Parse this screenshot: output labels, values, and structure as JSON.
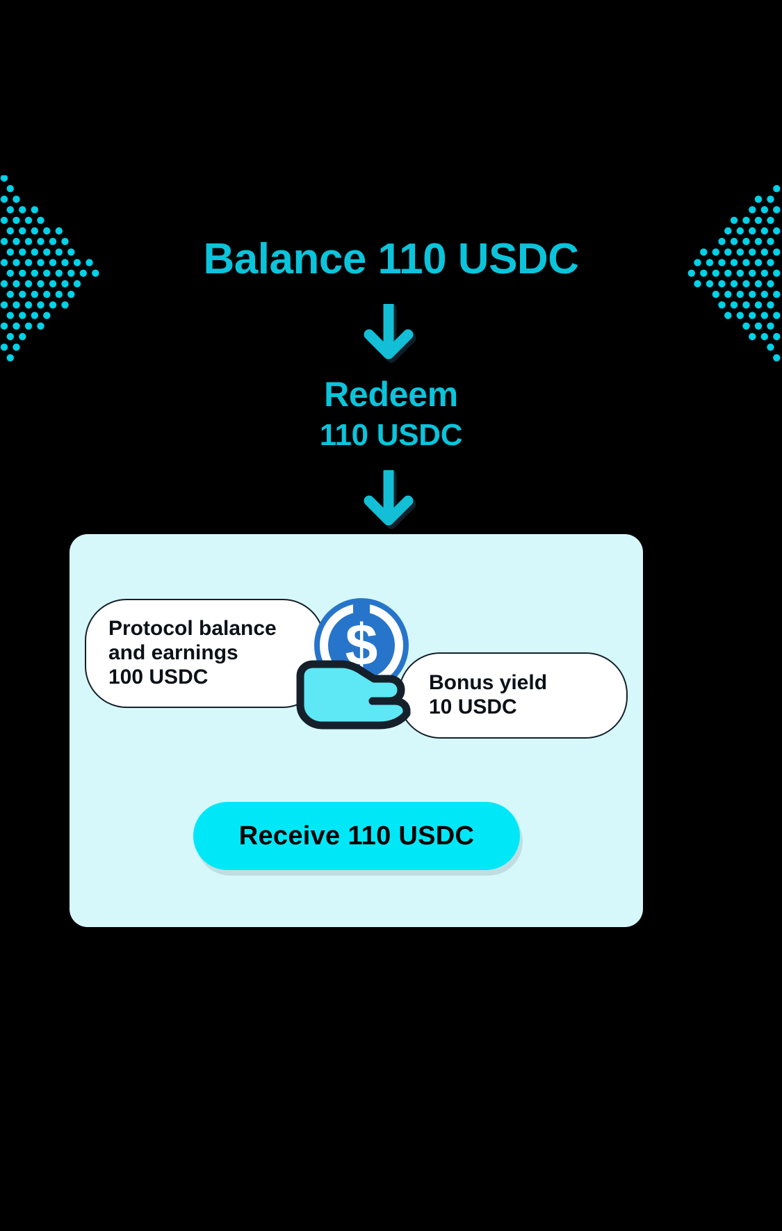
{
  "theme": {
    "background": "#000000",
    "accent_cyan": "#0BC4DB",
    "bright_cyan": "#00E8F7",
    "card_bg": "#D6F8FB",
    "usdc_blue": "#2775CA",
    "hand_cyan": "#5EE7F5",
    "outline_dark": "#15202B",
    "pill_bg": "#FFFFFF",
    "dot_cyan": "#00D2E8"
  },
  "heading": {
    "text": "Balance 110 USDC"
  },
  "flow": {
    "arrow_1": "arrow-down-icon",
    "redeem_label": "Redeem",
    "redeem_amount": "110 USDC",
    "arrow_2": "arrow-down-icon"
  },
  "card": {
    "pill_left": {
      "line1": "Protocol balance",
      "line2": "and earnings",
      "line3": "100 USDC"
    },
    "pill_right": {
      "line1": "Bonus yield",
      "line2": "10 USDC"
    },
    "illustration": {
      "coin_icon": "usdc-coin-icon",
      "hand_icon": "open-hand-icon",
      "coin_symbol": "$"
    },
    "receive_button": {
      "label": "Receive 110 USDC"
    }
  },
  "decoration": {
    "left_chevron": "dotted-chevron-right-icon",
    "right_chevron": "dotted-chevron-left-icon"
  }
}
